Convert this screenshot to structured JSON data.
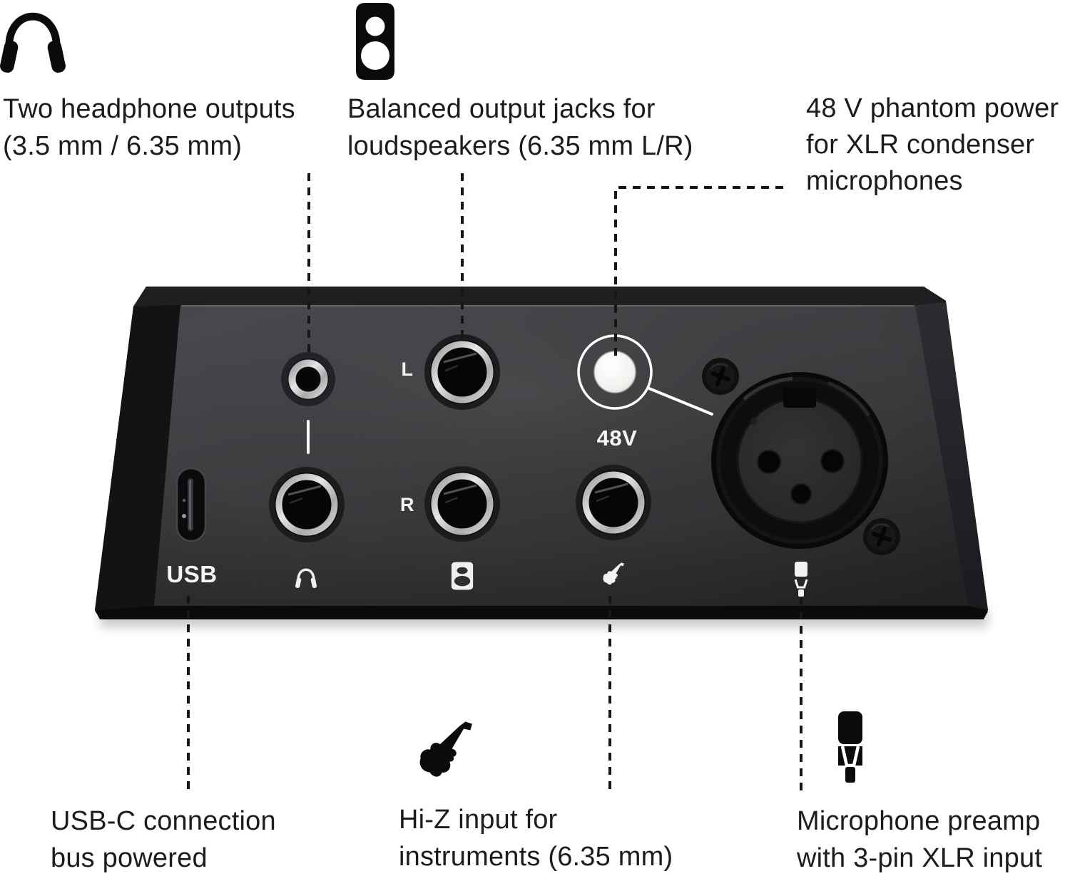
{
  "colors": {
    "background": "#ffffff",
    "caption_text": "#1c1c1c",
    "device_face": "#3b3b3e",
    "device_edge": "#121214",
    "device_label_text": "#f5f5f5",
    "accent_white": "#ffffff",
    "phantom_button": "#f3f1ee"
  },
  "captions": {
    "top_left": {
      "icon": "headphones-icon",
      "lines": [
        "Two headphone outputs",
        "(3.5 mm / 6.35 mm)"
      ]
    },
    "top_center": {
      "icon": "speaker-jack-icon",
      "lines": [
        "Balanced output jacks for",
        "loudspeakers (6.35 mm L/R)"
      ]
    },
    "top_right": {
      "icon": "",
      "lines": [
        "48 V phantom power",
        "for XLR condenser",
        "microphones"
      ]
    },
    "bottom_left": {
      "icon": "",
      "lines": [
        "USB-C connection",
        "bus powered"
      ]
    },
    "bottom_center": {
      "icon": "guitar-icon",
      "lines": [
        "Hi-Z input for",
        "instruments (6.35 mm)"
      ]
    },
    "bottom_right": {
      "icon": "microphone-icon",
      "lines": [
        "Microphone preamp",
        "with 3-pin XLR input"
      ]
    }
  },
  "device": {
    "labels": {
      "usb_port": "USB",
      "phantom_power": "48V",
      "output_left": "L",
      "output_right": "R"
    },
    "panel_icons": [
      "headphones-icon",
      "speaker-jack-icon",
      "guitar-icon",
      "microphone-icon"
    ]
  }
}
